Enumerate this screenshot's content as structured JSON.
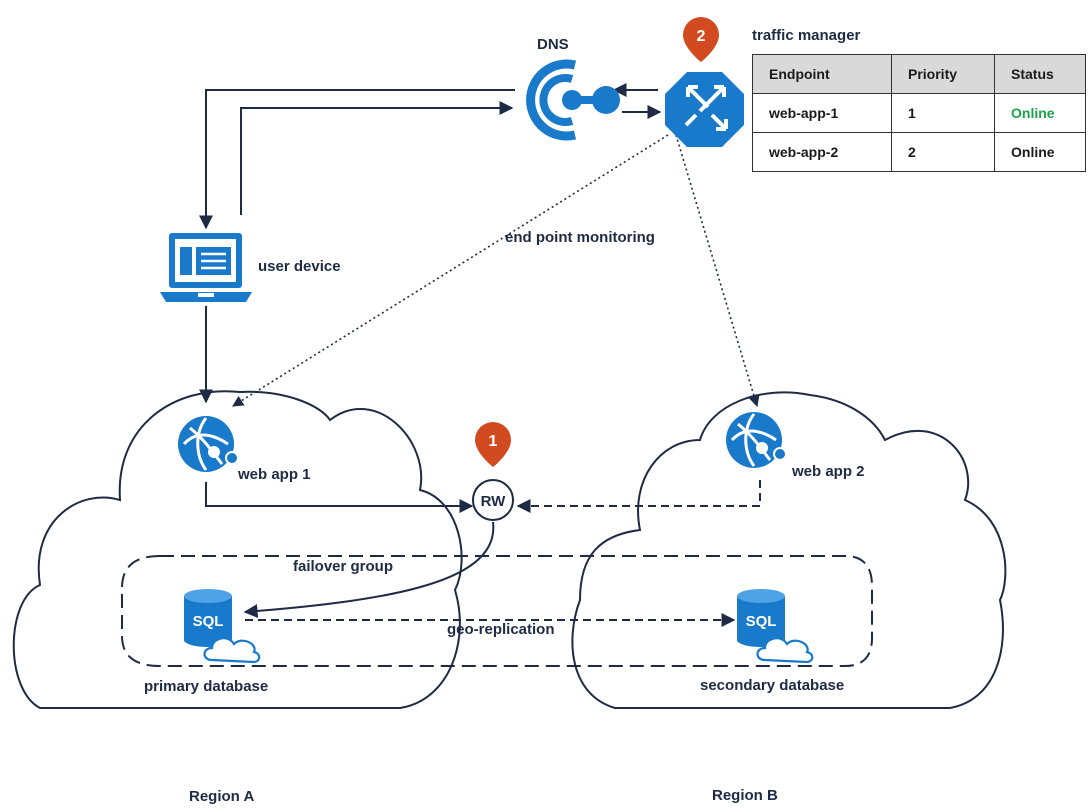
{
  "labels": {
    "dns": "DNS",
    "traffic_manager": "traffic manager",
    "user_device": "user device",
    "endpoint_monitoring": "end point monitoring",
    "web_app_1": "web app 1",
    "web_app_2": "web app 2",
    "rw": "RW",
    "failover_group": "failover group",
    "geo_replication": "geo-replication",
    "primary_database": "primary database",
    "secondary_database": "secondary database",
    "region_a": "Region A",
    "region_b": "Region B",
    "sql": "SQL"
  },
  "badges": {
    "one": "1",
    "two": "2"
  },
  "table": {
    "headers": [
      "Endpoint",
      "Priority",
      "Status"
    ],
    "rows": [
      {
        "endpoint": "web-app-1",
        "priority": "1",
        "status": "Online",
        "status_color": "#1aa34a"
      },
      {
        "endpoint": "web-app-2",
        "priority": "2",
        "status": "Online",
        "status_color": "#1a1a1a"
      }
    ]
  },
  "colors": {
    "line": "#1f2a44",
    "azure_blue": "#1979ca",
    "badge": "#d24a1f",
    "header_fill": "#d9d9d9",
    "online_green": "#1aa34a"
  },
  "icons": [
    "dns-icon",
    "traffic-manager-icon",
    "laptop-icon",
    "web-app-icon",
    "sql-database-icon"
  ]
}
